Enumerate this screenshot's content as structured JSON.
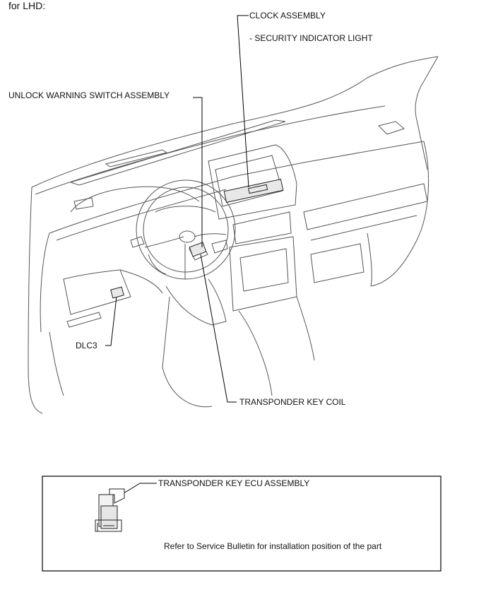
{
  "header": {
    "title": "for LHD:"
  },
  "labels": {
    "clock": "CLOCK ASSEMBLY",
    "security": "- SECURITY INDICATOR LIGHT",
    "unlock": "UNLOCK WARNING SWITCH ASSEMBLY",
    "dlc3": "DLC3",
    "transponder_coil": "TRANSPONDER KEY COIL"
  },
  "inset": {
    "ecu_label": "TRANSPONDER KEY ECU ASSEMBLY",
    "note": "Refer to Service Bulletin for installation position of the part"
  }
}
